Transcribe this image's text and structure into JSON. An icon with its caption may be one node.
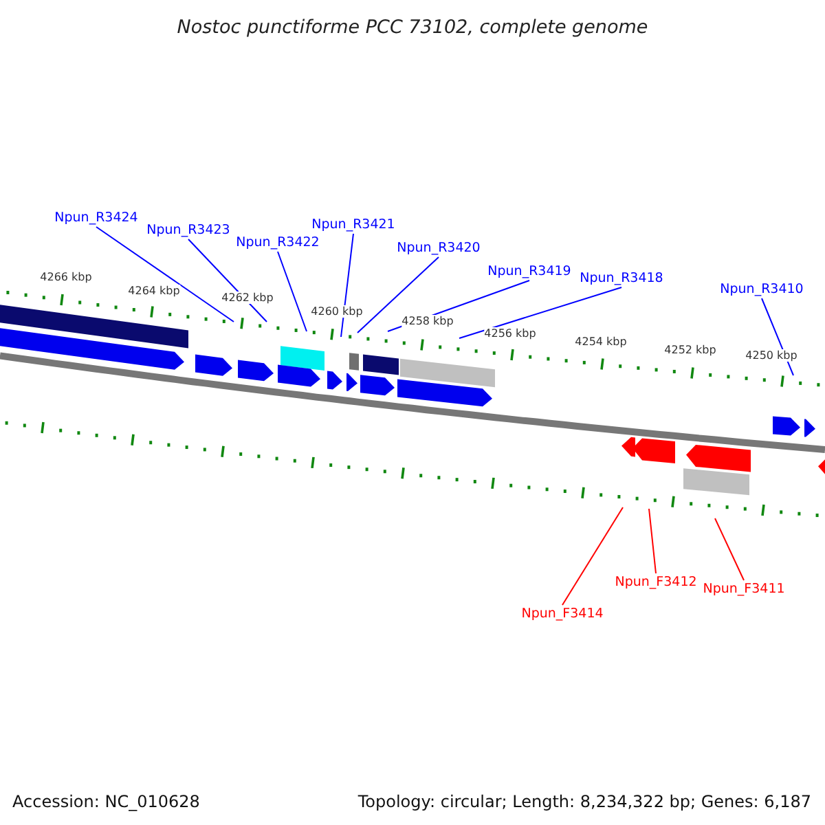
{
  "diagram": {
    "title": "Nostoc punctiforme PCC 73102, complete genome",
    "nodes": [
      {
        "text": [
          "Npun_R3424"
        ]
      },
      {
        "text": [
          "Npun_R3423"
        ]
      },
      {
        "text": [
          "Npun_R3422"
        ]
      },
      {
        "text": [
          "Npun_R3421"
        ]
      },
      {
        "text": [
          "Npun_R3420"
        ]
      },
      {
        "text": [
          "Npun_R3419"
        ]
      },
      {
        "text": [
          "Npun_R3418"
        ]
      },
      {
        "text": [
          "Npun_R3410"
        ]
      },
      {
        "text": [
          "Npun_F3414"
        ]
      },
      {
        "text": [
          "Npun_F3412"
        ]
      },
      {
        "text": [
          "Npun_F3411"
        ]
      }
    ],
    "edges": [
      {
        "from": 0,
        "to": null,
        "arrow": "none"
      },
      {
        "from": 1,
        "to": null,
        "arrow": "none"
      },
      {
        "from": 2,
        "to": null,
        "arrow": "none"
      },
      {
        "from": 3,
        "to": null,
        "arrow": "none"
      },
      {
        "from": 4,
        "to": null,
        "arrow": "none"
      },
      {
        "from": 5,
        "to": null,
        "arrow": "none"
      },
      {
        "from": 6,
        "to": null,
        "arrow": "none"
      },
      {
        "from": 7,
        "to": null,
        "arrow": "none"
      },
      {
        "from": 8,
        "to": null,
        "arrow": "none",
        "color": "#ff0000"
      },
      {
        "from": 9,
        "to": null,
        "arrow": "none",
        "color": "#ff0000"
      },
      {
        "from": 10,
        "to": null,
        "arrow": "none",
        "color": "#ff0000"
      }
    ],
    "labels": [
      "4266 kbp",
      "4264 kbp",
      "4262 kbp",
      "4260 kbp",
      "4258 kbp",
      "4256 kbp",
      "4254 kbp",
      "4252 kbp",
      "4250 kbp",
      "Accession: NC_010628",
      "Topology: circular; Length: 8,234,322 bp; Genes: 6,187"
    ]
  }
}
